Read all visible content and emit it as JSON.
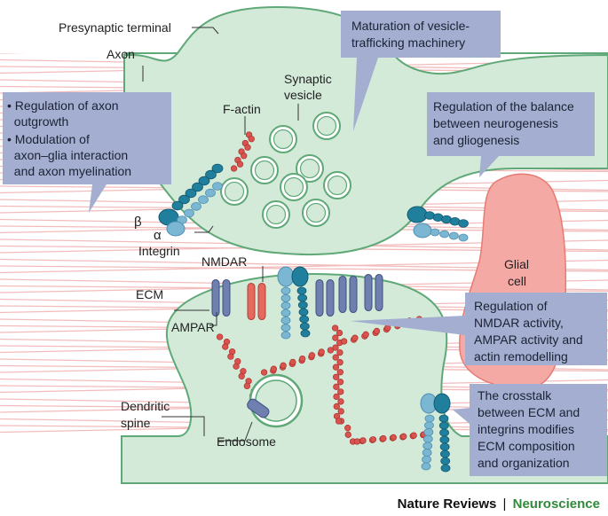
{
  "labels": {
    "presynaptic_terminal": "Presynaptic terminal",
    "axon": "Axon",
    "f_actin": "F-actin",
    "synaptic_vesicle": [
      "Synaptic",
      "vesicle"
    ],
    "beta": "β",
    "alpha": "α",
    "integrin": "Integrin",
    "nmdar": "NMDAR",
    "ecm": "ECM",
    "ampar": "AMPAR",
    "glial_cell": [
      "Glial",
      "cell"
    ],
    "dendritic_spine": [
      "Dendritic",
      "spine"
    ],
    "endosome": "Endosome"
  },
  "callouts": {
    "axon_outgrowth": [
      "• Regulation of axon",
      "  outgrowth",
      "• Modulation of",
      "  axon–glia interaction",
      "  and axon myelination"
    ],
    "vesicle_trafficking": [
      "Maturation of vesicle-",
      "trafficking machinery"
    ],
    "neurogenesis": [
      "Regulation of the balance",
      "between neurogenesis",
      "and gliogenesis"
    ],
    "nmdar_activity": [
      "Regulation of",
      "NMDAR activity,",
      "AMPAR activity and",
      "actin remodelling"
    ],
    "ecm_crosstalk": [
      "The crosstalk",
      "between ECM and",
      "integrins modifies",
      "ECM composition",
      "and organization"
    ]
  },
  "footer": {
    "publisher": "Nature Reviews",
    "separator": "|",
    "journal": "Neuroscience"
  },
  "colors": {
    "cell_fill": "#d3ead9",
    "cell_stroke": "#5fa877",
    "callout_fill": "#a3aed0",
    "ecm_fibre": "#f2bcbc",
    "glia_fill": "#f4a9a4",
    "actin": "#d9534f",
    "integrin_dark": "#1f7f9c",
    "integrin_light": "#7bb7d3",
    "ampar": "#6f7fb0",
    "nmdar": "#e4695f",
    "journal_green": "#2f8a3a"
  }
}
